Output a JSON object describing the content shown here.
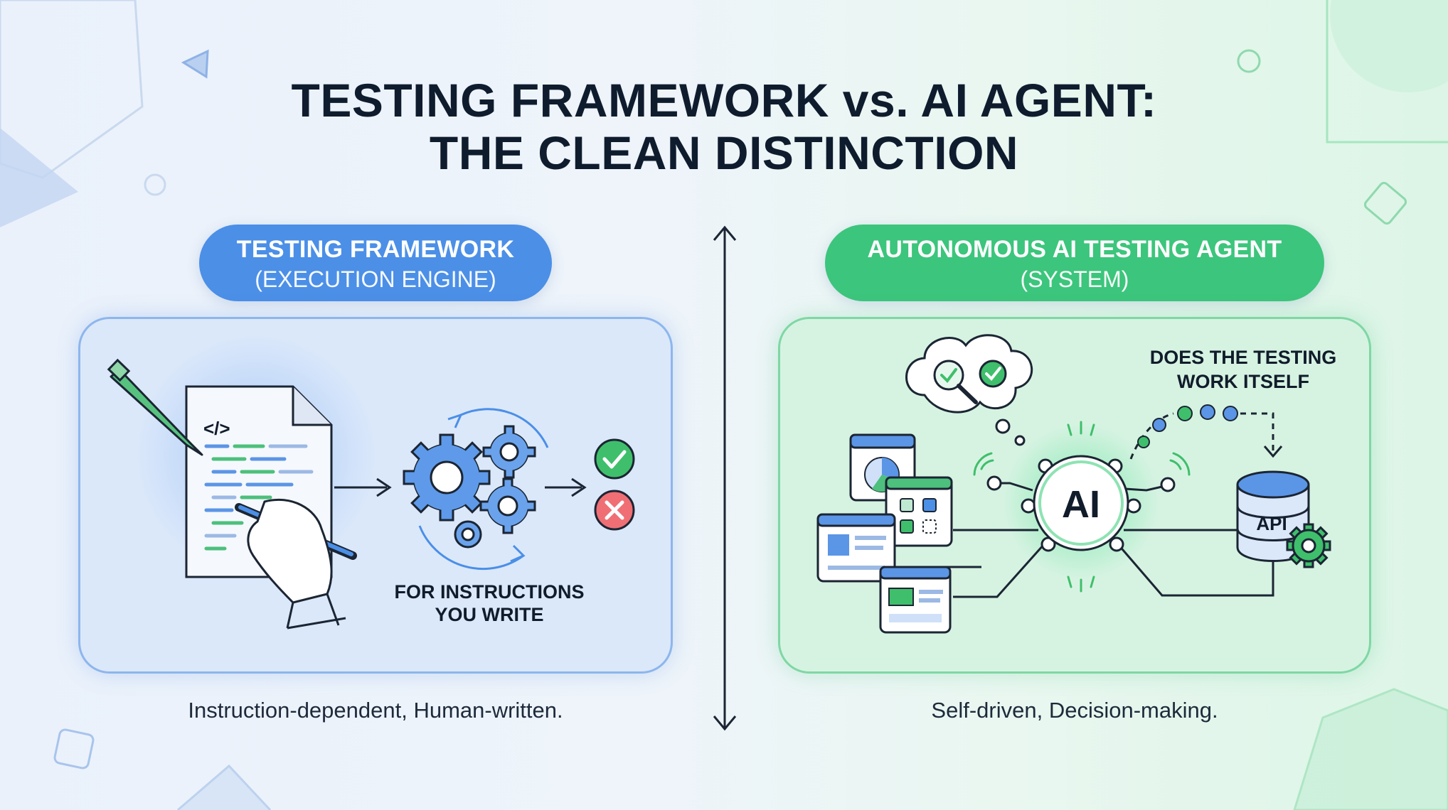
{
  "title": {
    "line1": "TESTING FRAMEWORK vs. AI AGENT:",
    "line2": "THE CLEAN DISTINCTION"
  },
  "left": {
    "pill_title": "TESTING FRAMEWORK",
    "pill_subtitle": "(EXECUTION ENGINE)",
    "code_tag": "</>",
    "label_line1": "FOR INSTRUCTIONS",
    "label_line2": "YOU WRITE",
    "caption": "Instruction-dependent, Human-written."
  },
  "right": {
    "pill_title": "AUTONOMOUS AI TESTING AGENT",
    "pill_subtitle": "(SYSTEM)",
    "label_line1": "DOES THE TESTING",
    "label_line2": "WORK ITSELF",
    "ai_label": "AI",
    "api_label": "API",
    "caption": "Self-driven, Decision-making."
  },
  "icons": {
    "left_panel": [
      "pencil-icon",
      "code-document-icon",
      "hand-with-pen-icon",
      "gears-icon",
      "check-circle-icon",
      "x-circle-icon"
    ],
    "right_panel": [
      "thought-cloud-icon",
      "magnifier-check-icon",
      "browser-window-icons",
      "ai-brain-node-icon",
      "api-database-icon",
      "gear-icon"
    ]
  },
  "colors": {
    "framework_blue": "#4b8fe7",
    "agent_green": "#3cc57c",
    "pass_green": "#3fbf6b",
    "fail_red": "#ef6f75",
    "title_dark": "#0f1c2e"
  }
}
